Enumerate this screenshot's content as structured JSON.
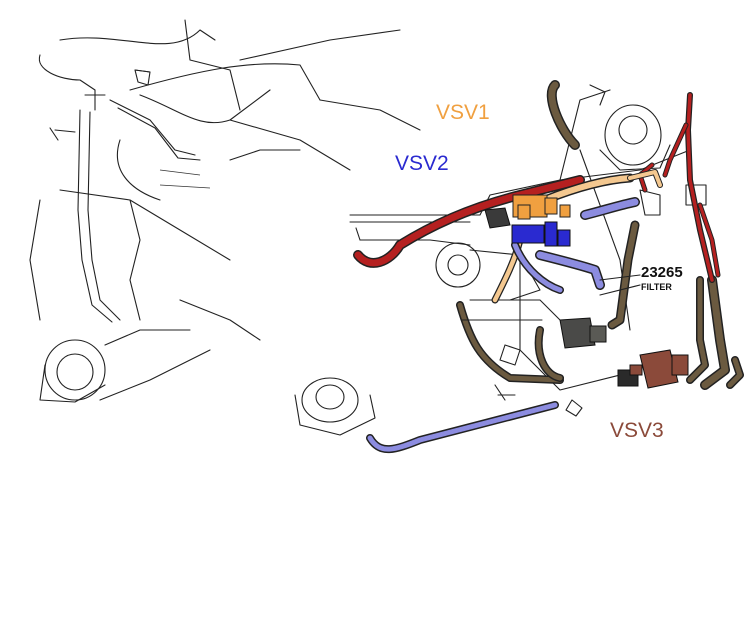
{
  "labels": {
    "vsv1": "VSV1",
    "vsv2": "VSV2",
    "vsv3": "VSV3",
    "part_number": "23265",
    "part_name": "FILTER"
  },
  "colors": {
    "vsv1": "#f0a040",
    "vsv2": "#2a2ad0",
    "vsv3": "#8b4a3a",
    "red_hose": "#b52020",
    "blue_hose": "#8c8ce0",
    "tan_hose": "#f4c890",
    "brown_hose": "#6b5a40"
  }
}
